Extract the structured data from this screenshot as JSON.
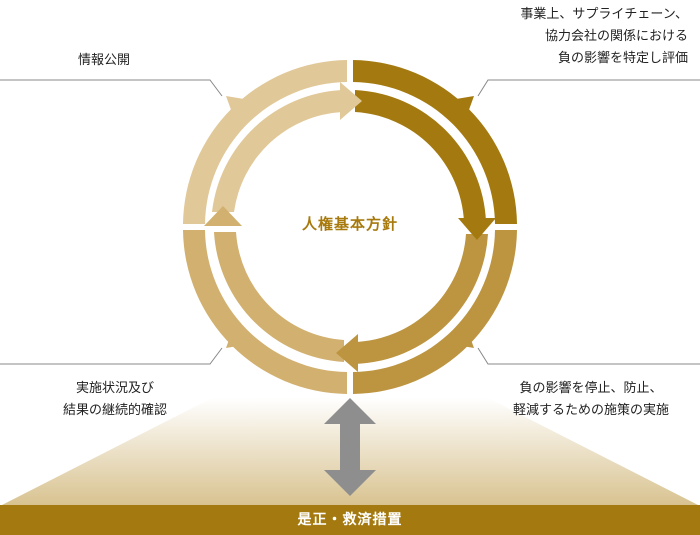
{
  "center": {
    "title": "人権基本方針"
  },
  "labels": {
    "top_left": "情報公開",
    "top_right": [
      "事業上、サプライチェーン、",
      "協力会社の関係における",
      "負の影響を特定し評価"
    ],
    "bottom_left": [
      "実施状況及び",
      "結果の継続的確認"
    ],
    "bottom_right": [
      "負の影響を停止、防止、",
      "軽減するための施策の実施"
    ]
  },
  "bottom_bar": {
    "label": "是正・救済措置"
  },
  "colors": {
    "dark_gold": "#a47a10",
    "mid_gold": "#bd9540",
    "light_gold": "#d2b06f",
    "pale_gold": "#e1c898",
    "arrow_gray": "#8e8e8e"
  }
}
